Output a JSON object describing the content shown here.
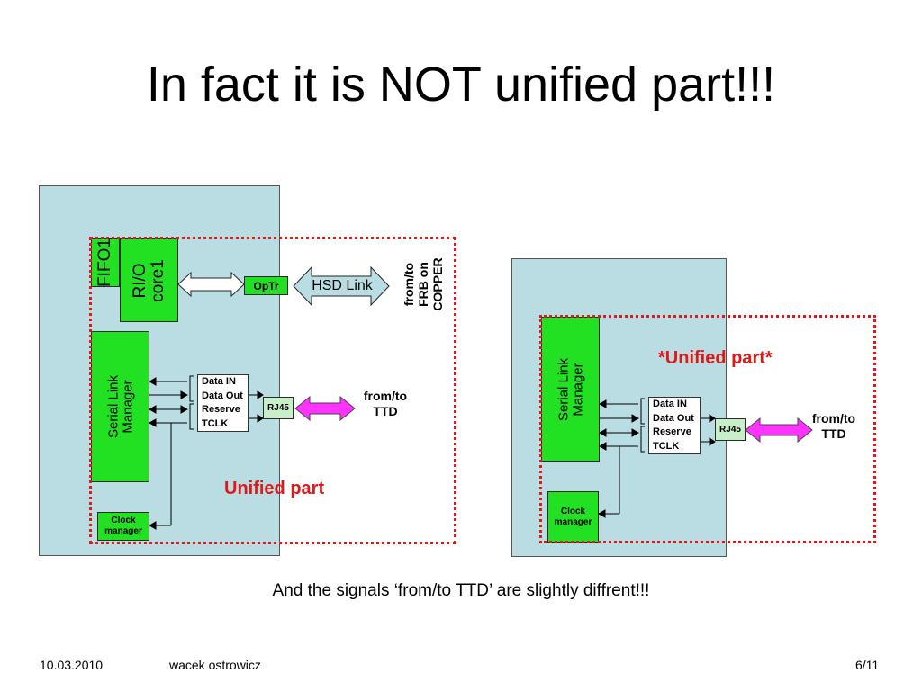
{
  "slide": {
    "title": "In fact it is NOT unified part!!!",
    "caption": "And the signals ‘from/to TTD’ are slightly diffrent!!!"
  },
  "left_diagram": {
    "fifo": "FIFO1",
    "rio_line1": "RI/O",
    "rio_line2": "core1",
    "optr": "OpTr",
    "hsd_link": "HSD Link",
    "frb_line1": "from/to",
    "frb_line2": "FRB on",
    "frb_line3": "COPPER",
    "serial_link_line1": "Serial Link",
    "serial_link_line2": "Manager",
    "signals": [
      "Data IN",
      "Data Out",
      "Reserve",
      "TCLK"
    ],
    "rj45": "RJ45",
    "ttd_line1": "from/to",
    "ttd_line2": "TTD",
    "clock_line1": "Clock",
    "clock_line2": "manager",
    "unified_label": "Unified part"
  },
  "right_diagram": {
    "serial_link_line1": "Serial Link",
    "serial_link_line2": "Manager",
    "signals": [
      "Data IN",
      "Data Out",
      "Reserve",
      "TCLK"
    ],
    "rj45": "RJ45",
    "ttd_line1": "from/to",
    "ttd_line2": "TTD",
    "clock_line1": "Clock",
    "clock_line2": "manager",
    "unified_label": "*Unified part*"
  },
  "footer": {
    "date": "10.03.2010",
    "author": "wacek ostrowicz",
    "page": "6/11"
  },
  "colors": {
    "panel": "#b9dde2",
    "green": "#22e022",
    "red_dotted": "#e01818",
    "magenta_arrow": "#ff33ff"
  }
}
